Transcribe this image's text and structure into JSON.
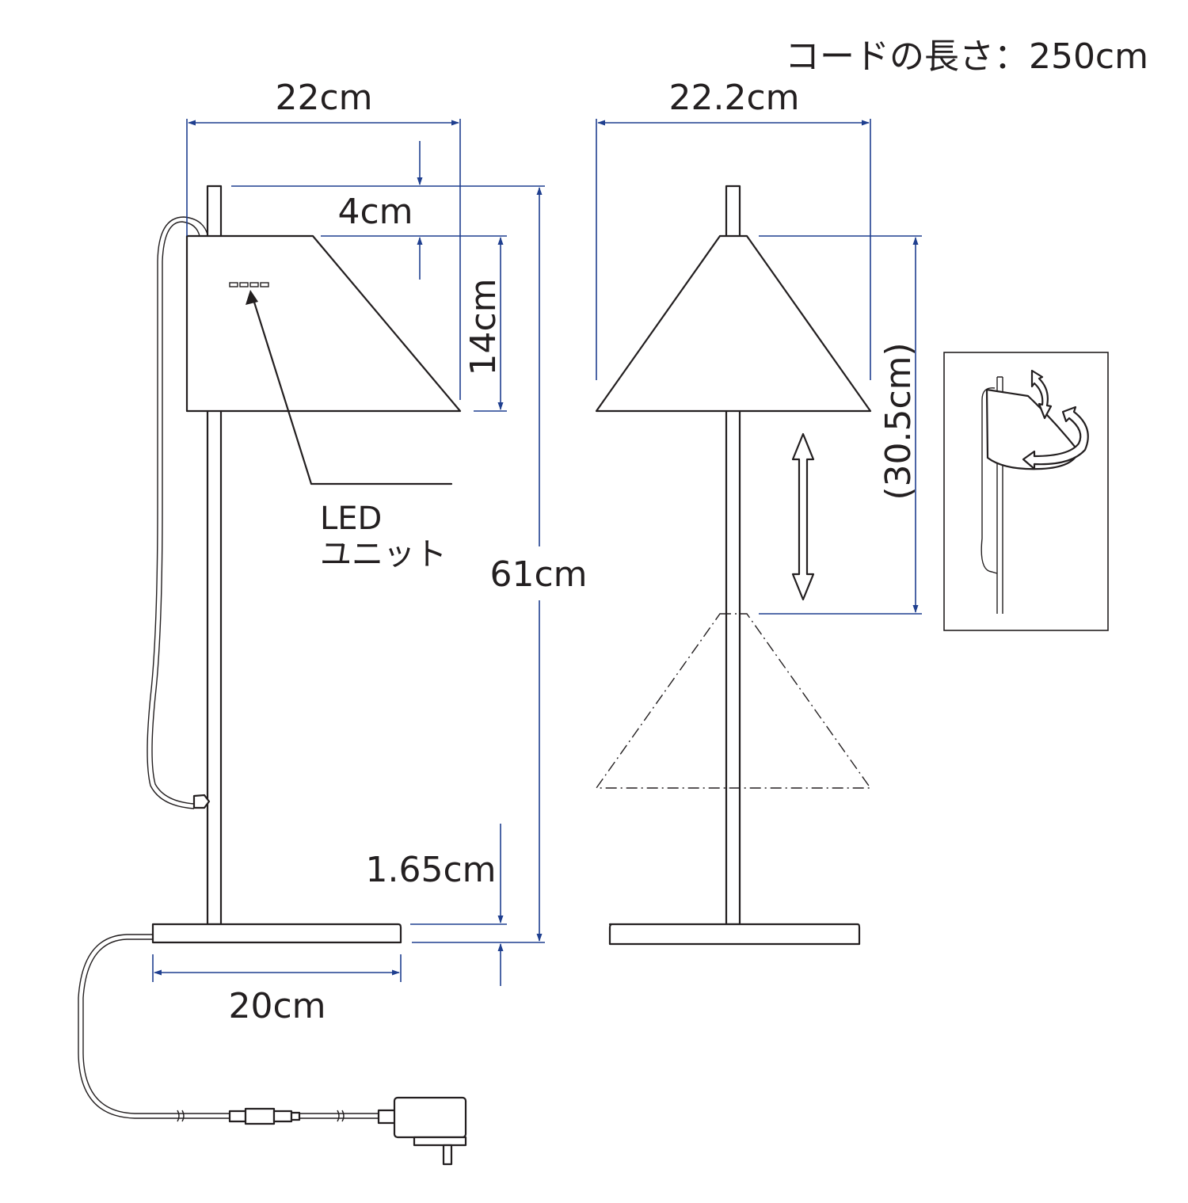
{
  "cord_length": "コードの長さ：250cm",
  "dimensions": {
    "shade_width_side": "22cm",
    "shade_width_front": "22.2cm",
    "top_offset": "4cm",
    "shade_height": "14cm",
    "total_height": "61cm",
    "base_thickness": "1.65cm",
    "base_width": "20cm",
    "shade_adjust_range": "(30.5cm)"
  },
  "labels": {
    "led_line1": "LED",
    "led_line2": "ユニット"
  },
  "colors": {
    "line": "#231f20",
    "dimension": "#1f3f8f"
  }
}
